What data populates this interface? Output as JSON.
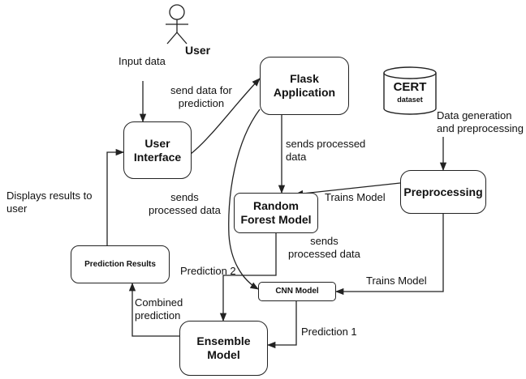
{
  "nodes": {
    "user": "User",
    "user_interface": "User\nInterface",
    "flask": "Flask\nApplication",
    "cert": "CERT",
    "cert_sub": "dataset",
    "preprocessing": "Preprocessing",
    "random_forest": "Random\nForest Model",
    "cnn": "CNN Model",
    "prediction_results": "Prediction Results",
    "ensemble": "Ensemble\nModel"
  },
  "edges": {
    "input_data": "Input data",
    "send_data": "send data for\nprediction",
    "sends_processed_1": "sends processed\ndata",
    "data_generation": "Data generation\nand preprocessing",
    "trains_model_rf": "Trains Model",
    "trains_model_cnn": "Trains Model",
    "sends_processed_2": "sends\nprocessed data",
    "sends_processed_3": "sends\nprocessed data",
    "displays_results": "Displays results to\nuser",
    "prediction_2": "Prediction 2",
    "prediction_1": "Prediction 1",
    "combined": "Combined\nprediction"
  }
}
